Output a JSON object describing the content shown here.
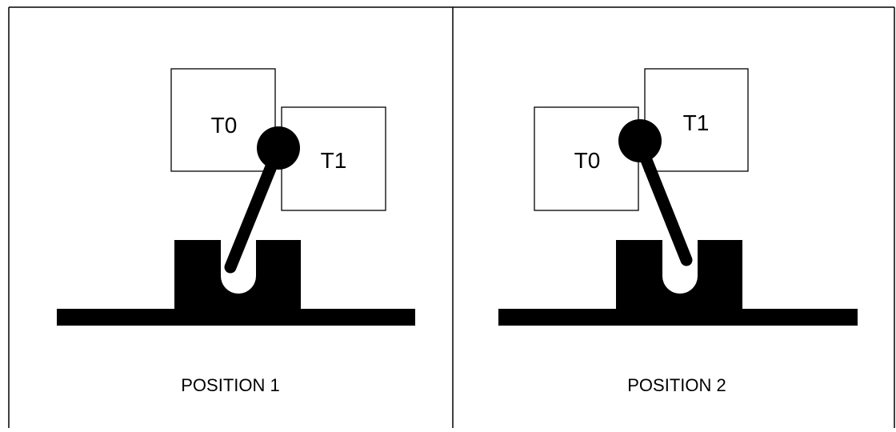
{
  "panels": [
    {
      "caption": "POSITION 1",
      "box_back_label": "T0",
      "box_front_label": "T1"
    },
    {
      "caption": "POSITION 2",
      "box_back_label": "T1",
      "box_front_label": "T0"
    }
  ],
  "colors": {
    "ink": "#000000",
    "paper": "#ffffff"
  }
}
